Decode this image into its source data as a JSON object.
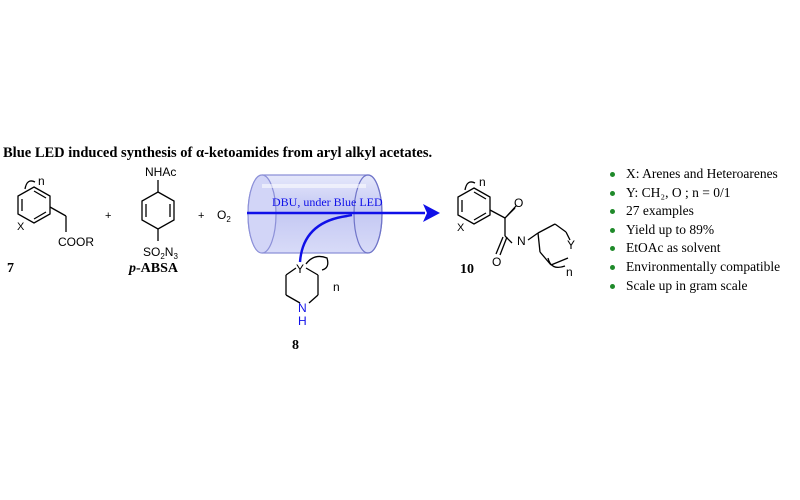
{
  "title": "Blue LED induced synthesis of α-ketoamides from aryl alkyl acetates.",
  "reactant1": {
    "ring_n": "n",
    "ring_x": "X",
    "ester": "COOR",
    "number": "7"
  },
  "plus_signs": [
    "+",
    "+"
  ],
  "reagent": {
    "top": "NHAc",
    "bottom_so": "SO",
    "bottom_sub2": "2",
    "bottom_n": "N",
    "bottom_sub3": "3",
    "name_p": "p",
    "name_rest": "-ABSA"
  },
  "oxygen": {
    "o": "O",
    "sub": "2"
  },
  "arrow_label": "DBU, under Blue LED",
  "amine": {
    "y": "Y",
    "n": "n",
    "nh_n": "N",
    "nh_h": "H",
    "number": "8"
  },
  "product": {
    "ring_n": "n",
    "ring_x": "X",
    "o1": "O",
    "o2": "O",
    "amide_n": "N",
    "y": "Y",
    "n2": "n",
    "number": "10"
  },
  "bullets": [
    "X: Arenes and Heteroarenes",
    "Y: CH₂, O ; n = 0/1",
    "27 examples",
    "Yield up to 89%",
    "EtOAc as solvent",
    "Environmentally compatible",
    "Scale up in gram scale"
  ],
  "colors": {
    "arrow": "#1010e8",
    "cylinder": "#c9ccf4",
    "cylinder_edge": "#8c90d8",
    "bullet": "#1f8a2a"
  }
}
